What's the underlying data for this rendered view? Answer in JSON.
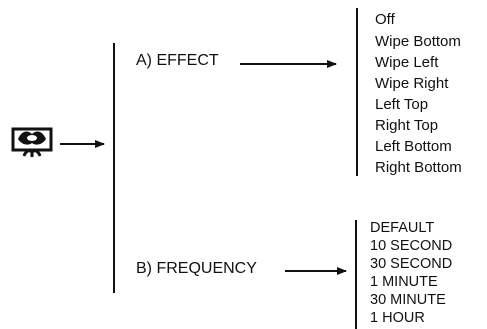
{
  "effect": {
    "label": "A) EFFECT",
    "options": [
      "Off",
      "Wipe Bottom",
      "Wipe Left",
      "Wipe Right",
      "Left Top",
      "Right Top",
      "Left Bottom",
      "Right Bottom"
    ]
  },
  "frequency": {
    "label": "B) FREQUENCY",
    "options": [
      "DEFAULT",
      "10 SECOND",
      "30 SECOND",
      "1 MINUTE",
      "30 MINUTE",
      "1 HOUR"
    ]
  },
  "source_icon": "flower-pot-icon"
}
